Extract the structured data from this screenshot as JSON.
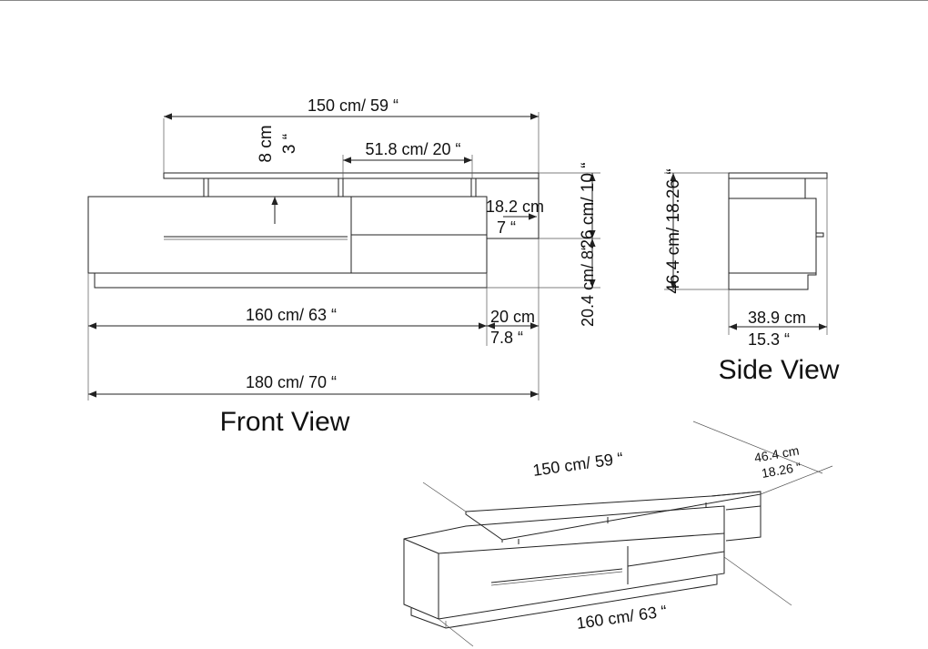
{
  "front_view": {
    "title": "Front View",
    "dim_top_width": "150 cm/ 59 “",
    "dim_top_thickness_cm": "8 cm",
    "dim_top_thickness_in": "3 “",
    "dim_top_gap": "51.8 cm/ 20 “",
    "dim_shelf_gap_cm": "18.2 cm",
    "dim_shelf_gap_in": "7 “",
    "dim_shelf_height": "26 cm/ 10 “",
    "dim_base_height": "20.4 cm/ 8“",
    "dim_base_width": "160 cm/ 63 “",
    "dim_offset_cm": "20 cm",
    "dim_offset_in": "7.8 “",
    "dim_total_width": "180 cm/ 70 “"
  },
  "side_view": {
    "title": "Side View",
    "dim_height": "46.4 cm/ 18.26 “",
    "dim_depth_cm": "38.9 cm",
    "dim_depth_in": "15.3 “"
  },
  "iso_view": {
    "dim_top": "150 cm/ 59 “",
    "dim_height_cm": "46.4 cm",
    "dim_height_in": "18.26 “",
    "dim_base": "160 cm/ 63 “"
  }
}
